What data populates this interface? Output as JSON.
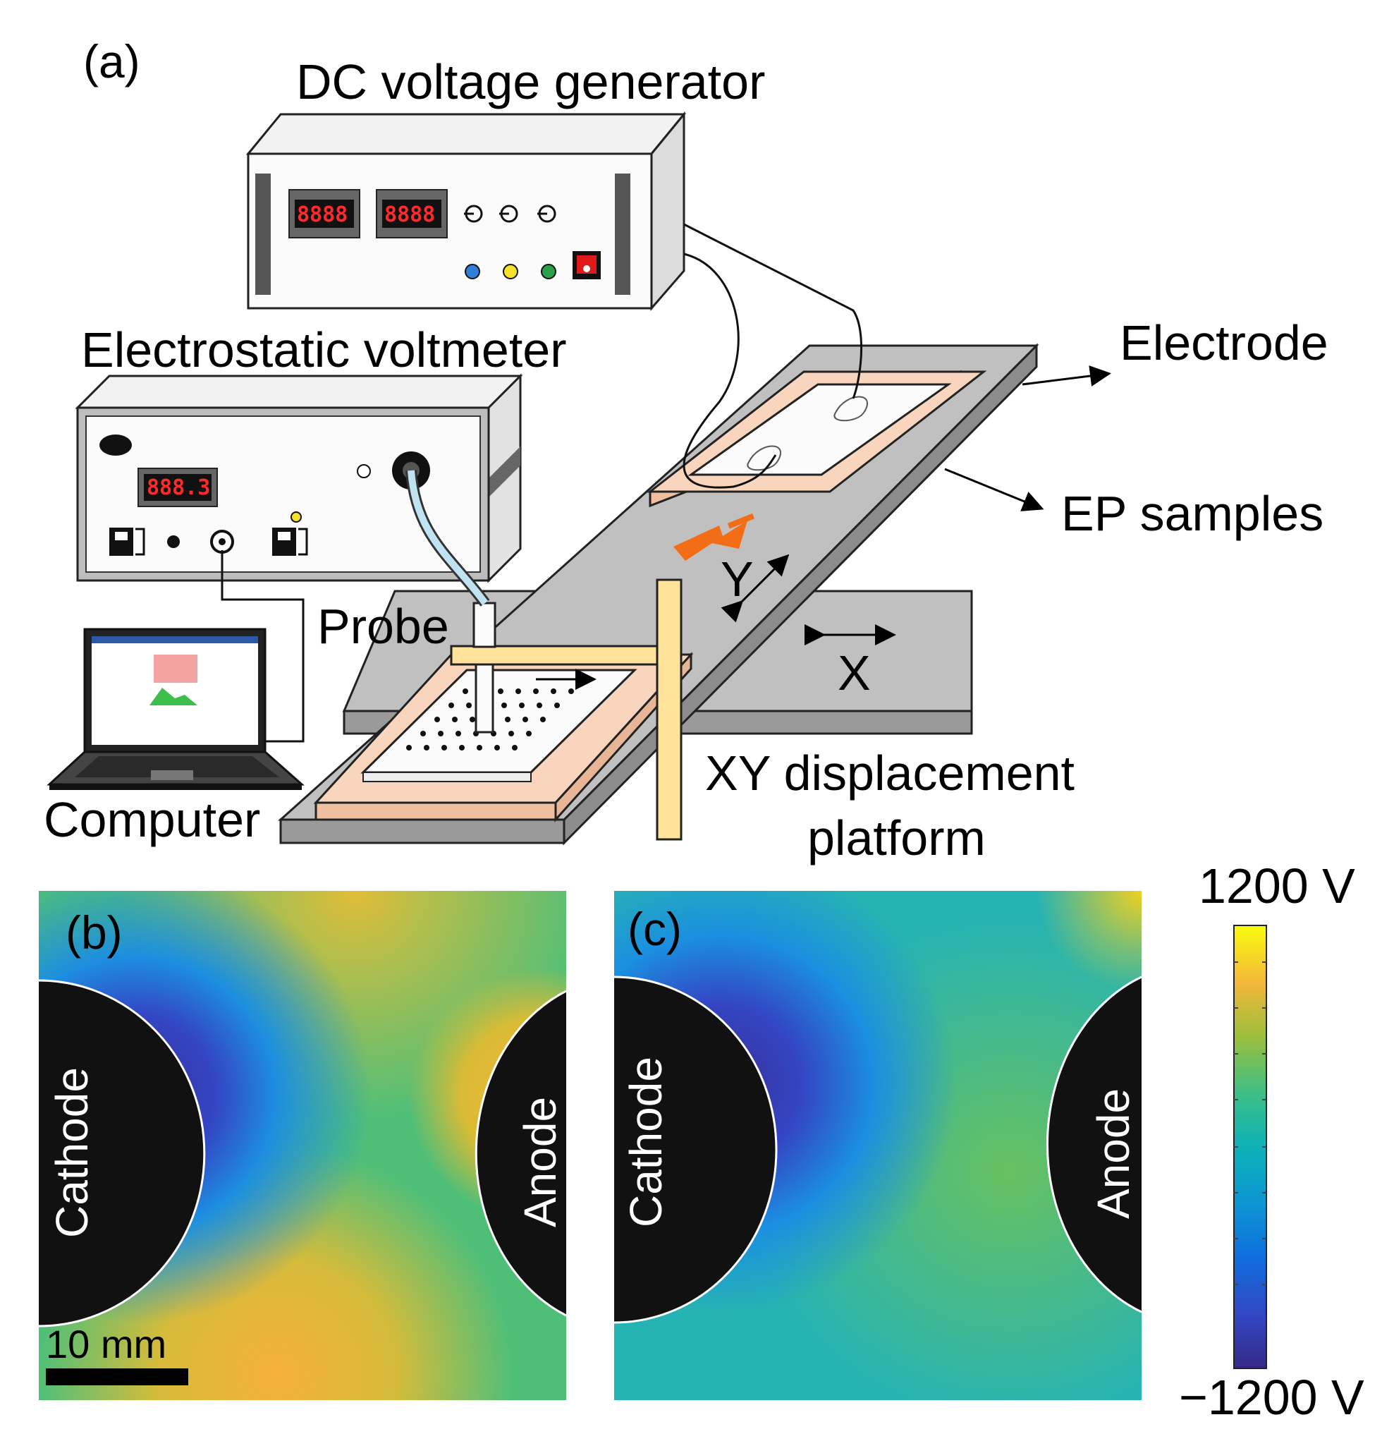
{
  "panel_a": {
    "label": "(a)",
    "dc_generator": "DC voltage generator",
    "voltmeter": "Electrostatic voltmeter",
    "computer": "Computer",
    "probe": "Probe",
    "electrode": "Electrode",
    "ep_samples": "EP samples",
    "platform_line1": "XY displacement",
    "platform_line2": "platform",
    "axis_x": "X",
    "axis_y": "Y",
    "display_dc_left": "8888",
    "display_dc_right": "8888",
    "display_voltmeter": "888.3"
  },
  "panel_b": {
    "label": "(b)",
    "cathode": "Cathode",
    "anode": "Anode",
    "scalebar": "10 mm"
  },
  "panel_c": {
    "label": "(c)",
    "cathode": "Cathode",
    "anode": "Anode"
  },
  "colorbar": {
    "max_label": "1200 V",
    "min_label": "−1200 V",
    "colormap": "parula"
  },
  "colors": {
    "electrode_fill": "#f9d5bd",
    "platform_gray": "#c0c0c0",
    "probe_arm": "#ffe39a",
    "arrow_orange": "#f36c16",
    "display_red": "#ff2a2a"
  }
}
